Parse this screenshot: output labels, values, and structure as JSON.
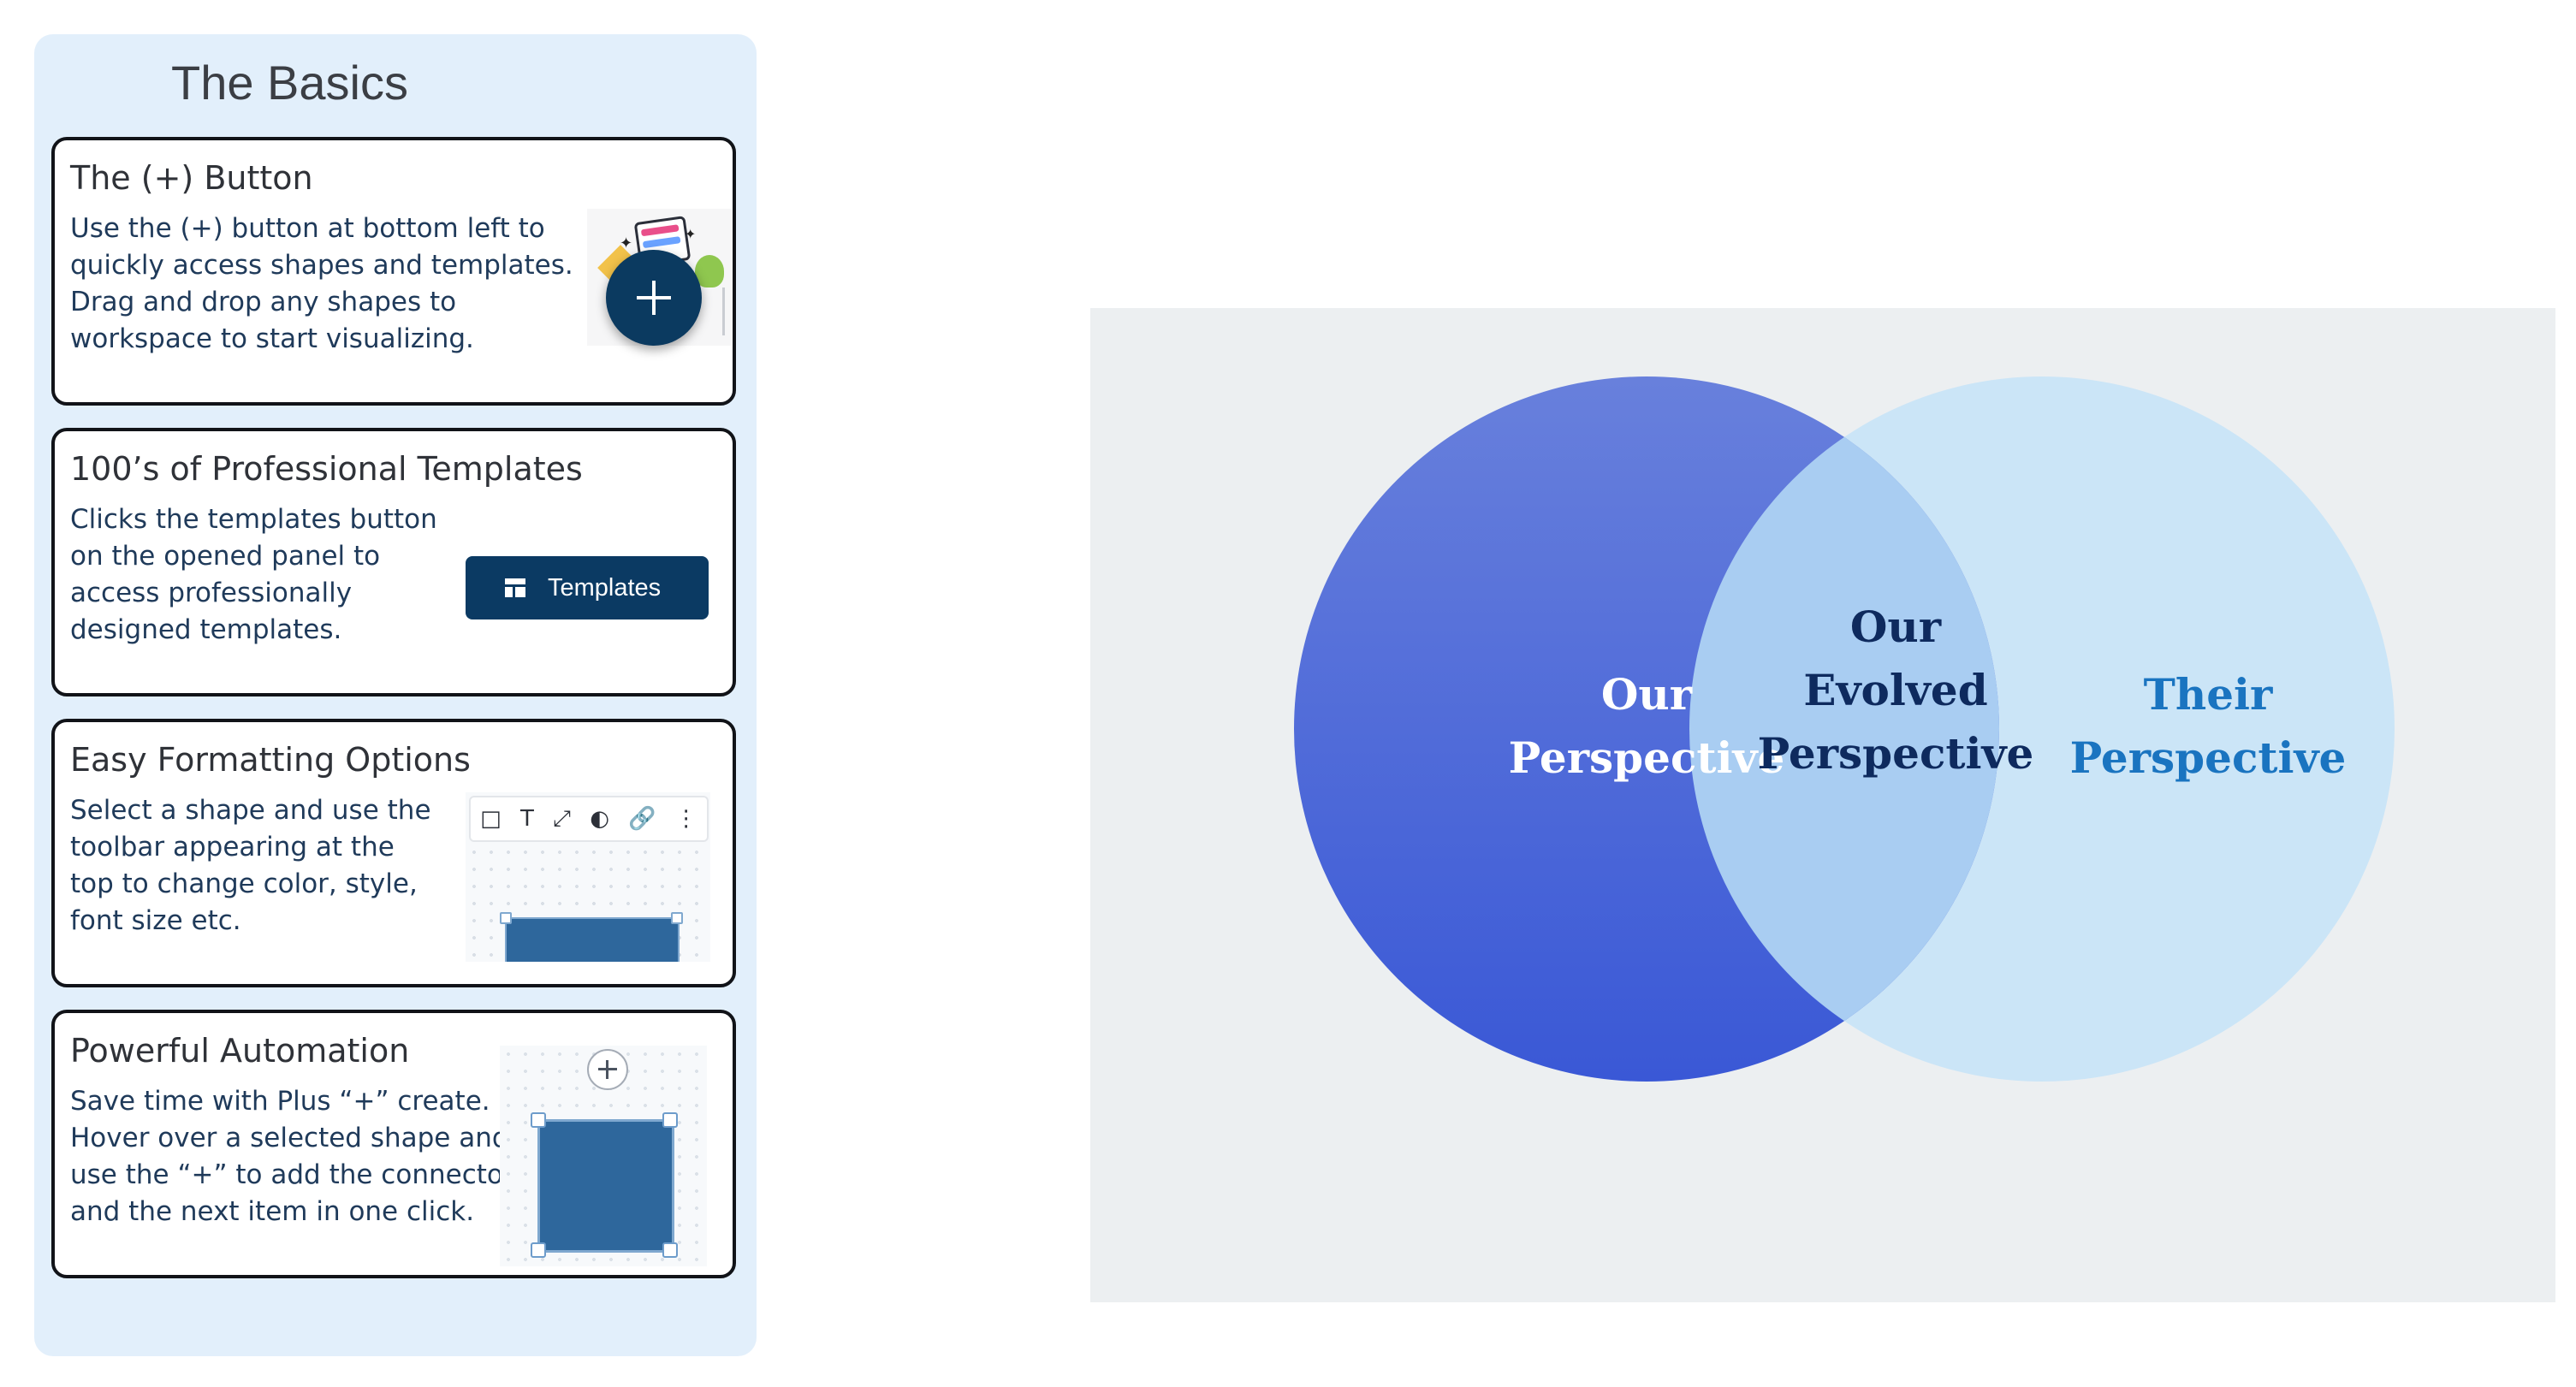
{
  "sidebar": {
    "title": "The Basics",
    "cards": [
      {
        "title": "The (+) Button",
        "lines": [
          "Use the (+) button at bottom left to",
          "quickly access shapes and templates.",
          "Drag and drop any shapes to",
          "workspace to start visualizing."
        ]
      },
      {
        "title": "100’s of Professional Templates",
        "lines": [
          "Clicks the templates button",
          "on the opened panel to",
          "access professionally",
          "designed templates."
        ],
        "button_label": "Templates"
      },
      {
        "title": "Easy Formatting Options",
        "lines": [
          "Select a shape and use the",
          "toolbar appearing at the",
          "top to change color, style,",
          "font size etc."
        ],
        "toolbar_glyphs": [
          "□",
          "T",
          "⤢",
          "◐",
          "🔗",
          "⋮"
        ]
      },
      {
        "title": "Powerful Automation",
        "lines": [
          "Save time with Plus “+” create.",
          "Hover over a selected shape and",
          "use the “+” to add the connector",
          "and the next item in one click."
        ]
      }
    ]
  },
  "venn": {
    "left_line1": "Our",
    "left_line2": "Perspective",
    "middle_line1": "Our",
    "middle_line2": "Evolved",
    "middle_line3": "Perspective",
    "right_line1": "Their",
    "right_line2": "Perspective",
    "colors": {
      "left_top": "#6880dc",
      "left_bottom": "#3a58d6",
      "right": "#cbe5f7",
      "overlap": "#a9cdf2",
      "left_text": "#ffffff",
      "middle_text": "#0e2a5e",
      "right_text": "#1a74c0"
    }
  },
  "icons": {
    "plus_button": "plus-circle-icon",
    "templates_button": "templates-icon"
  }
}
